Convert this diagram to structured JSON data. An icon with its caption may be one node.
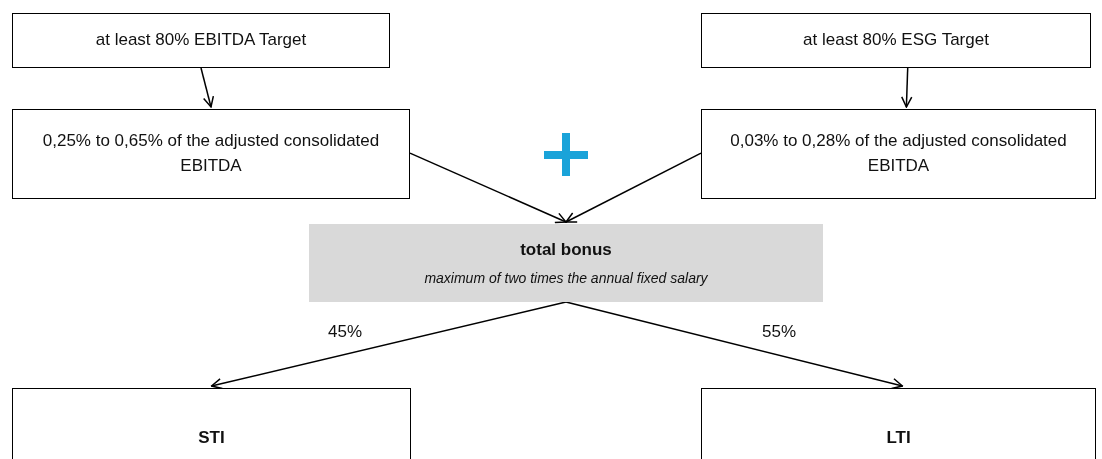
{
  "diagram": {
    "nodes": [
      {
        "text": [
          "at least 80% EBITDA Target"
        ]
      },
      {
        "text": [
          "0,25% to 0,65% of the adjusted consolidated EBITDA"
        ]
      },
      {
        "text": [
          "at least 80% ESG Target"
        ]
      },
      {
        "text": [
          "0,03% to 0,28% of the adjusted consolidated EBITDA"
        ]
      },
      {
        "text": [
          "total bonus",
          "maximum of two times the annual fixed salary"
        ]
      },
      {
        "text": [
          "STI"
        ]
      },
      {
        "text": [
          "LTI"
        ]
      }
    ],
    "edges": [
      {
        "from": 0,
        "to": 1,
        "arrow": "to"
      },
      {
        "from": 2,
        "to": 3,
        "arrow": "to"
      },
      {
        "from": 1,
        "to": 4,
        "arrow": "to"
      },
      {
        "from": 3,
        "to": 4,
        "arrow": "to"
      },
      {
        "from": 4,
        "to": 5,
        "arrow": "to",
        "label": "45%"
      },
      {
        "from": 4,
        "to": 6,
        "arrow": "to",
        "label": "55%"
      }
    ]
  }
}
